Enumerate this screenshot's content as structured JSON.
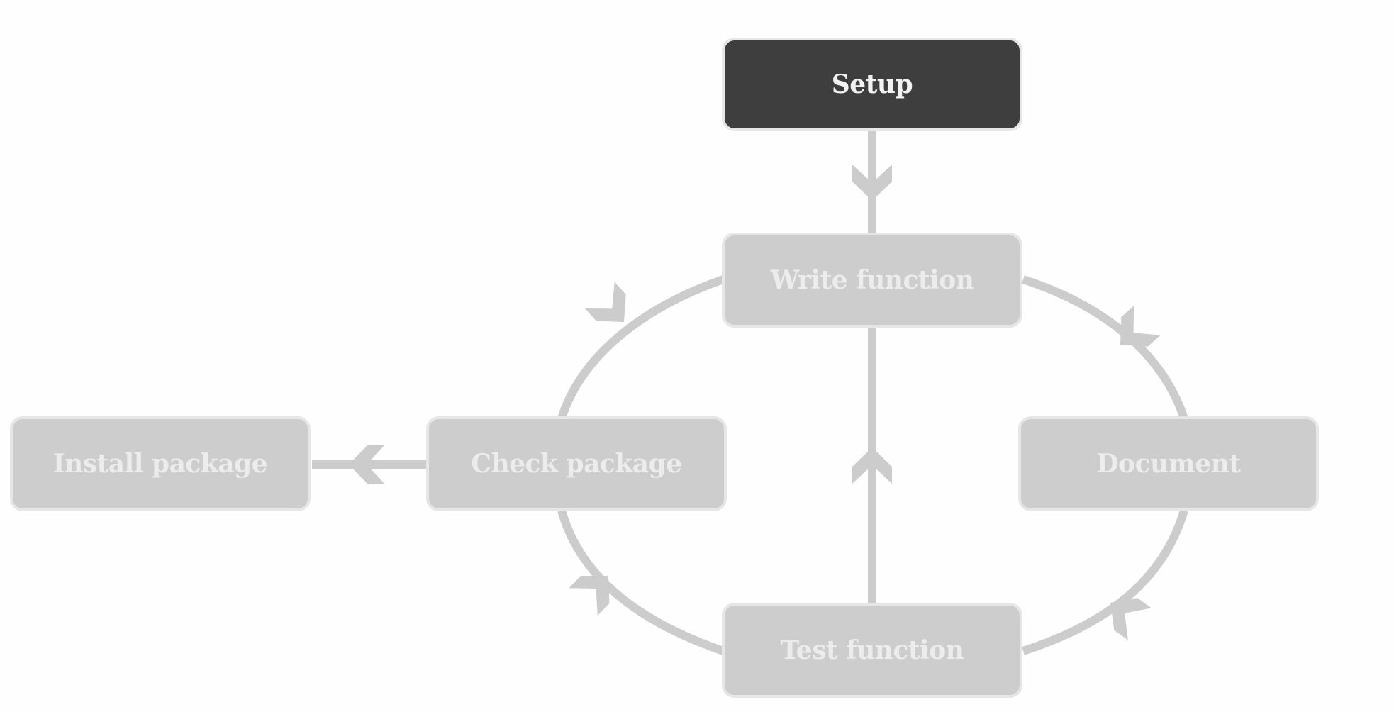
{
  "nodes": {
    "setup": "Setup",
    "write_function": "Write function",
    "document": "Document",
    "test_function": "Test function",
    "check_package": "Check package",
    "install_package": "Install package"
  },
  "colors": {
    "active_fill": "#3e3e3e",
    "active_text": "#f2f2f2",
    "inactive_fill": "#cdcdcd",
    "inactive_text": "#ececec",
    "node_border": "#e6e6e6",
    "connector": "#cccccc"
  }
}
